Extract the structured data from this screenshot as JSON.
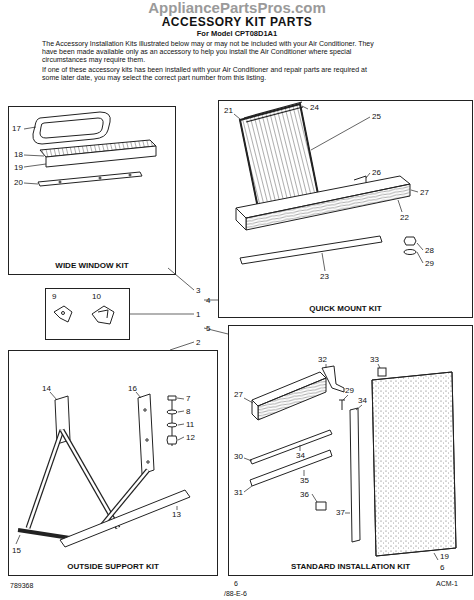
{
  "diagram": {
    "title": "ACCESSORY KIT PARTS",
    "nodes": [
      {
        "text": [
          "WIDE WINDOW KIT"
        ]
      },
      {
        "text": [
          "QUICK MOUNT KIT"
        ]
      },
      {
        "text": [
          "9",
          "10"
        ]
      },
      {
        "text": [
          "OUTSIDE SUPPORT KIT"
        ]
      },
      {
        "text": [
          "STANDARD INSTALLATION KIT"
        ]
      }
    ],
    "labels": [
      "AppliancePartsPros.com",
      "For Model CPT08D1A1",
      "The Accessory Installation Kits illustrated below may or may not be included with your Air Conditioner. They have been made available only as an accessory to help you install the Air Conditioner where special circumstances may require them.",
      "If one of these accessory kits has been installed with your Air Conditioner and repair parts are required at some later date, you may select the correct part number from this listing.",
      "17",
      "18",
      "19",
      "20",
      "21",
      "24",
      "25",
      "26",
      "27",
      "22",
      "28",
      "29",
      "23",
      "3",
      "4",
      "1",
      "5",
      "2",
      "14",
      "16",
      "7",
      "8",
      "11",
      "12",
      "15",
      "13",
      "32",
      "33",
      "27",
      "29",
      "34",
      "30",
      "34",
      "31",
      "35",
      "36",
      "37",
      "19",
      "6",
      "789368",
      "6",
      "ACM-1",
      "/88-E-6"
    ]
  }
}
